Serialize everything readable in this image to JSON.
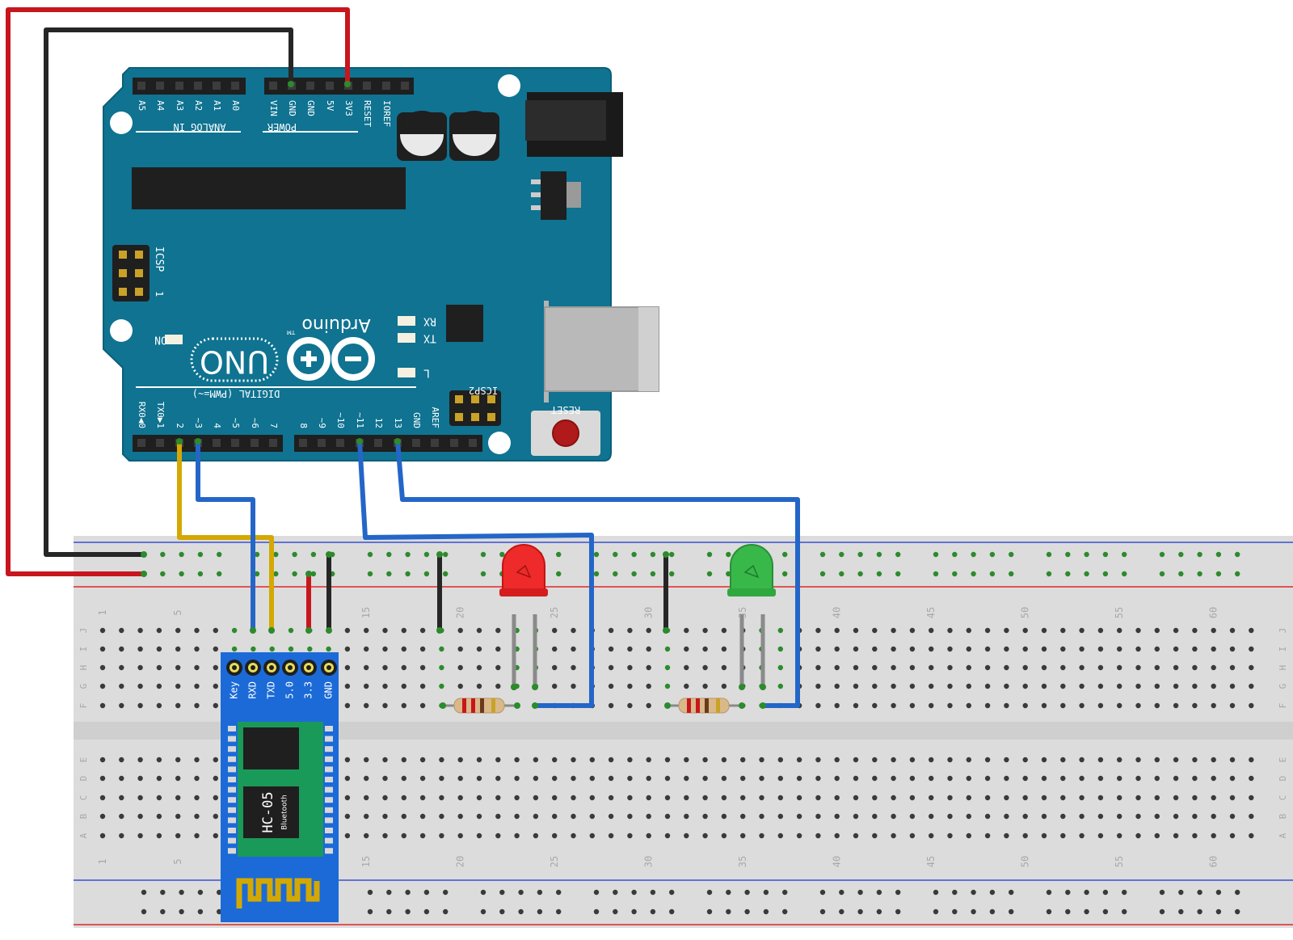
{
  "colors": {
    "board": "#0f7391",
    "board_edge": "#0b5f78",
    "breadboard": "#dcdcdc",
    "breadboard_strip": "#cfcfcf",
    "rail_blue": "#3a4fd1",
    "rail_red": "#e02727",
    "hole": "#3a3a3a",
    "hole_active": "#2c8b2c",
    "wire_red": "#c8161d",
    "wire_black": "#262626",
    "wire_blue": "#2466c8",
    "wire_yellow": "#d4a800",
    "led_red": "#ee2a2a",
    "led_green": "#39b84a",
    "module_blue": "#1b6ad8",
    "module_green": "#1a9a58",
    "antenna": "#d4a800"
  },
  "arduino": {
    "brand": "Arduino",
    "tm": "TM",
    "model": "UNO",
    "analog_header": "ANALOG IN",
    "analog_pins": [
      "A5",
      "A4",
      "A3",
      "A2",
      "A1",
      "A0"
    ],
    "power_header": "POWER",
    "power_pins": [
      "VIN",
      "GND",
      "GND",
      "5V",
      "3V3",
      "RESET",
      "IOREF"
    ],
    "digital_header": "DIGITAL (PWM=~)",
    "digital_pins_low": [
      "RX0◀0",
      "TX0▶1",
      "2",
      "~3",
      "4",
      "~5",
      "~6",
      "7"
    ],
    "digital_pins_high": [
      "8",
      "~9",
      "~10",
      "~11",
      "12",
      "13",
      "GND",
      "AREF"
    ],
    "icsp": "ICSP",
    "icsp_pin1": "1",
    "icsp2": "ICSP2",
    "reset": "RESET",
    "led_on": "ON",
    "led_rx": "RX",
    "led_tx": "TX",
    "led_l": "L"
  },
  "breadboard": {
    "column_numbers": [
      "1",
      "5",
      "15",
      "20",
      "25",
      "30",
      "35",
      "40",
      "45",
      "50",
      "55",
      "60"
    ],
    "row_letters_top": [
      "J",
      "I",
      "H",
      "G",
      "F"
    ],
    "row_letters_bottom": [
      "E",
      "D",
      "C",
      "B",
      "A"
    ]
  },
  "bluetooth_module": {
    "pins": [
      "Key",
      "RXD",
      "TXD",
      "5.0",
      "3.3",
      "GND"
    ],
    "model": "HC-05",
    "subtitle": "Bluetooth"
  }
}
